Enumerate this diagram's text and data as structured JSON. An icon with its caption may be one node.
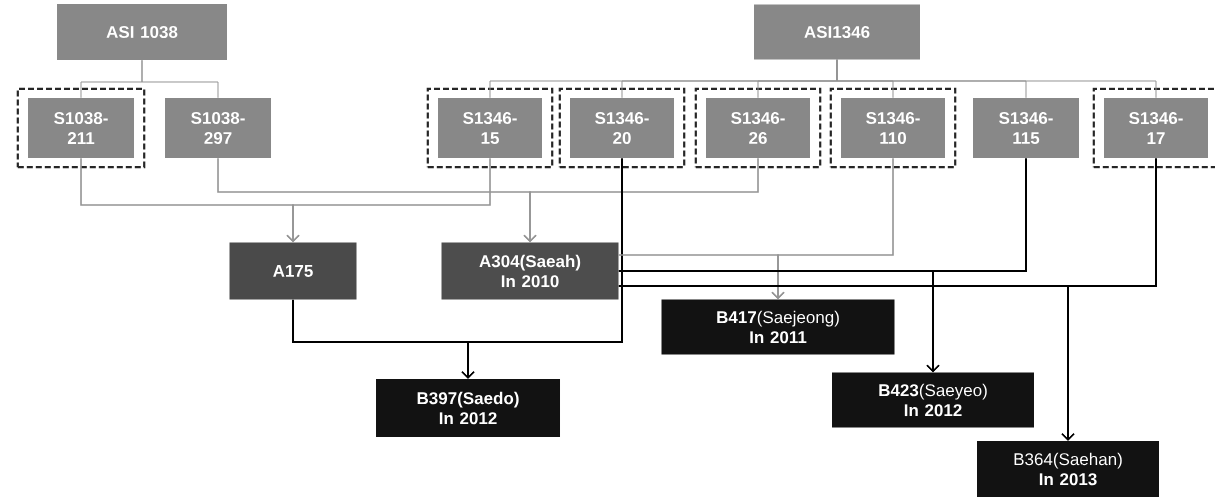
{
  "diagram": {
    "nodes": [
      {
        "text": [
          "ASI 1038"
        ]
      },
      {
        "text": [
          "ASI1346"
        ]
      },
      {
        "text": [],
        "shape": "box"
      },
      {
        "text": [
          "S1038-211"
        ],
        "in": 2
      },
      {
        "text": [
          "S1038-297"
        ]
      },
      {
        "text": [],
        "shape": "box"
      },
      {
        "text": [
          "S1346-15"
        ],
        "in": 5
      },
      {
        "text": [],
        "shape": "box"
      },
      {
        "text": [
          "S1346-20"
        ],
        "in": 7
      },
      {
        "text": [],
        "shape": "box"
      },
      {
        "text": [
          "S1346-26"
        ],
        "in": 9
      },
      {
        "text": [],
        "shape": "box"
      },
      {
        "text": [
          "S1346-110"
        ],
        "in": 11
      },
      {
        "text": [
          "S1346-115"
        ]
      },
      {
        "text": [],
        "shape": "box"
      },
      {
        "text": [
          "S1346-17"
        ],
        "in": 14
      },
      {
        "text": [
          "A175"
        ]
      },
      {
        "text": [
          "A304(Saeah) In 2010"
        ]
      },
      {
        "text": [
          "**B417**(Saejeong) **In 2011**"
        ]
      },
      {
        "text": [
          "B397(Saedo) In 2012"
        ]
      },
      {
        "text": [
          "**B423**(Saeyeo) **In 2012**"
        ]
      },
      {
        "text": [
          "B364(Saehan) **In 2013**"
        ]
      }
    ],
    "edges": [
      {
        "from": 0,
        "to": 3,
        "arrow": "none"
      },
      {
        "from": 0,
        "to": 4,
        "arrow": "none"
      },
      {
        "from": 1,
        "to": 6,
        "arrow": "none"
      },
      {
        "from": 1,
        "to": 8,
        "arrow": "none"
      },
      {
        "from": 1,
        "to": 10,
        "arrow": "none"
      },
      {
        "from": 1,
        "to": 12,
        "arrow": "none"
      },
      {
        "from": 1,
        "to": 13,
        "arrow": "none"
      },
      {
        "from": 1,
        "to": 15,
        "arrow": "none"
      },
      {
        "from": 3,
        "to": 16,
        "arrow": "to"
      },
      {
        "from": 6,
        "to": 16,
        "arrow": "to"
      },
      {
        "from": 4,
        "to": 17,
        "arrow": "to"
      },
      {
        "from": 10,
        "to": 17,
        "arrow": "to"
      },
      {
        "from": 16,
        "to": 19,
        "arrow": "to",
        "color": "#000000"
      },
      {
        "from": 8,
        "to": 19,
        "arrow": "to",
        "color": "#000000"
      },
      {
        "from": 17,
        "to": 18,
        "arrow": "to"
      },
      {
        "from": 12,
        "to": 18,
        "arrow": "to"
      },
      {
        "from": 17,
        "to": 20,
        "arrow": "to",
        "color": "#000000"
      },
      {
        "from": 13,
        "to": 20,
        "arrow": "to",
        "color": "#000000"
      },
      {
        "from": 17,
        "to": 21,
        "arrow": "to",
        "color": "#000000"
      },
      {
        "from": 15,
        "to": 21,
        "arrow": "to",
        "color": "#000000"
      }
    ]
  }
}
